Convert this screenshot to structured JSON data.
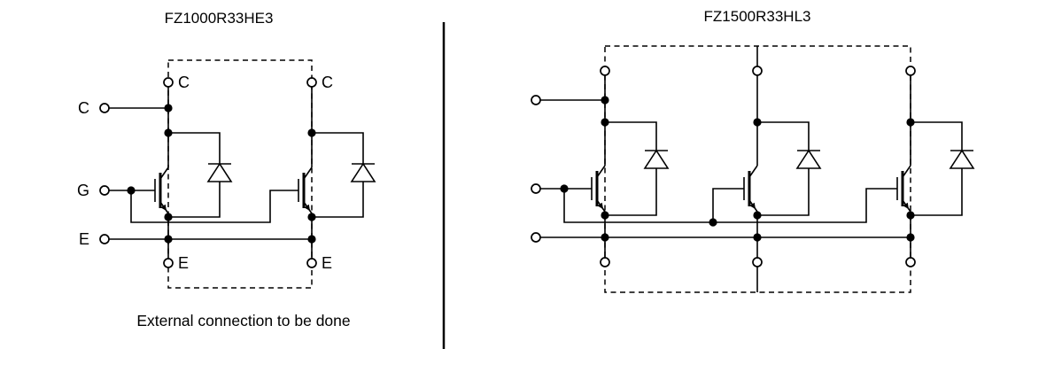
{
  "page": {
    "background_color": "#ffffff",
    "line_color": "#000000"
  },
  "left_module": {
    "title": "FZ1000R33HE3",
    "caption": "External connection to be done",
    "labels": {
      "top_collector_1": "C",
      "top_collector_2": "C",
      "side_collector": "C",
      "side_gate": "G",
      "side_emitter": "E",
      "bottom_emitter_1": "E",
      "bottom_emitter_2": "E"
    }
  },
  "right_module": {
    "title": "FZ1500R33HL3"
  }
}
